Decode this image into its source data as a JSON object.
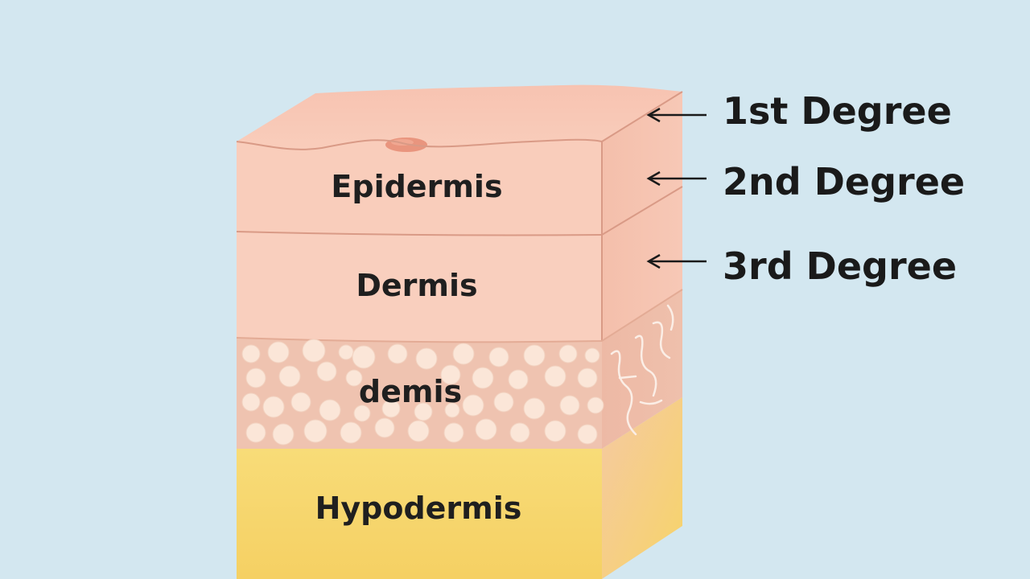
{
  "layers": {
    "epidermis": "Epidermis",
    "dermis": "Dermis",
    "fat": "demis",
    "hypodermis": "Hypodermis"
  },
  "degrees": [
    {
      "label": "1st Degree"
    },
    {
      "label": "2nd Degree"
    },
    {
      "label": "3rd Degree"
    }
  ],
  "colors": {
    "background": "#d3e7f0",
    "skin": "#f9cdbb",
    "skin_side": "#f5c0ac",
    "fat_layer": "#efc2af",
    "fat_globule": "#fbe8dc",
    "hypodermis": "#f6d56e",
    "outline": "#d99a86"
  }
}
